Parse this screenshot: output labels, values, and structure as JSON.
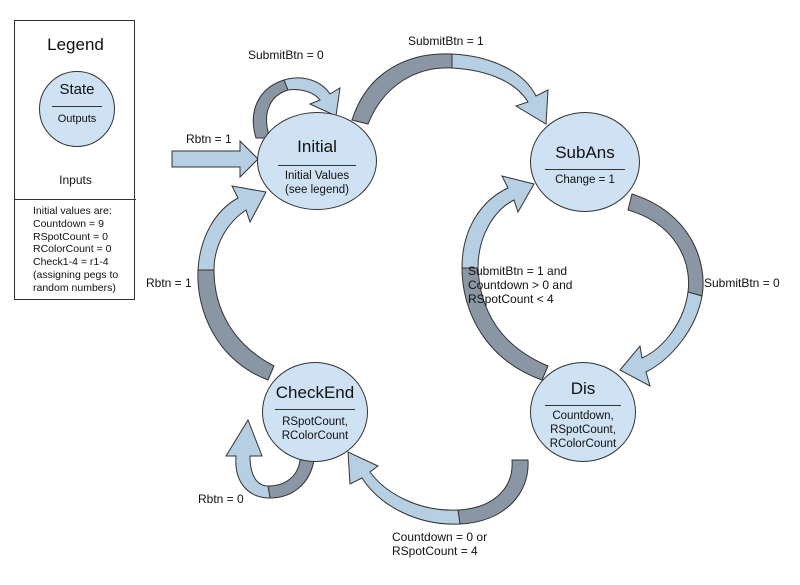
{
  "legend": {
    "title": "Legend",
    "state_label": "State",
    "outputs_label": "Outputs",
    "inputs_label": "Inputs",
    "initial_values": [
      "Initial values are:",
      "Countdown = 9",
      "RSpotCount = 0",
      "RColorCount = 0",
      "Check1-4 = r1-4",
      "(assigning pegs to",
      "random numbers)"
    ]
  },
  "states": {
    "initial": {
      "name": "Initial",
      "outputs": [
        "Initial Values",
        "(see legend)"
      ]
    },
    "subans": {
      "name": "SubAns",
      "outputs": [
        "Change = 1"
      ]
    },
    "dis": {
      "name": "Dis",
      "outputs": [
        "Countdown,",
        "RSpotCount,",
        "RColorCount"
      ]
    },
    "checkend": {
      "name": "CheckEnd",
      "outputs": [
        "RSpotCount,",
        "RColorCount"
      ]
    }
  },
  "transitions": {
    "initial_self": "SubmitBtn = 0",
    "initial_to_subans": "SubmitBtn = 1",
    "reset_in": "Rbtn = 1",
    "subans_to_dis": "SubmitBtn = 0",
    "dis_to_subans": [
      "SubmitBtn = 1 and",
      "Countdown > 0 and",
      "RSpotCount < 4"
    ],
    "dis_to_checkend": [
      "Countdown = 0 or",
      "RSpotCount = 4"
    ],
    "checkend_self": "Rbtn = 0",
    "checkend_to_initial": "Rbtn = 1"
  }
}
